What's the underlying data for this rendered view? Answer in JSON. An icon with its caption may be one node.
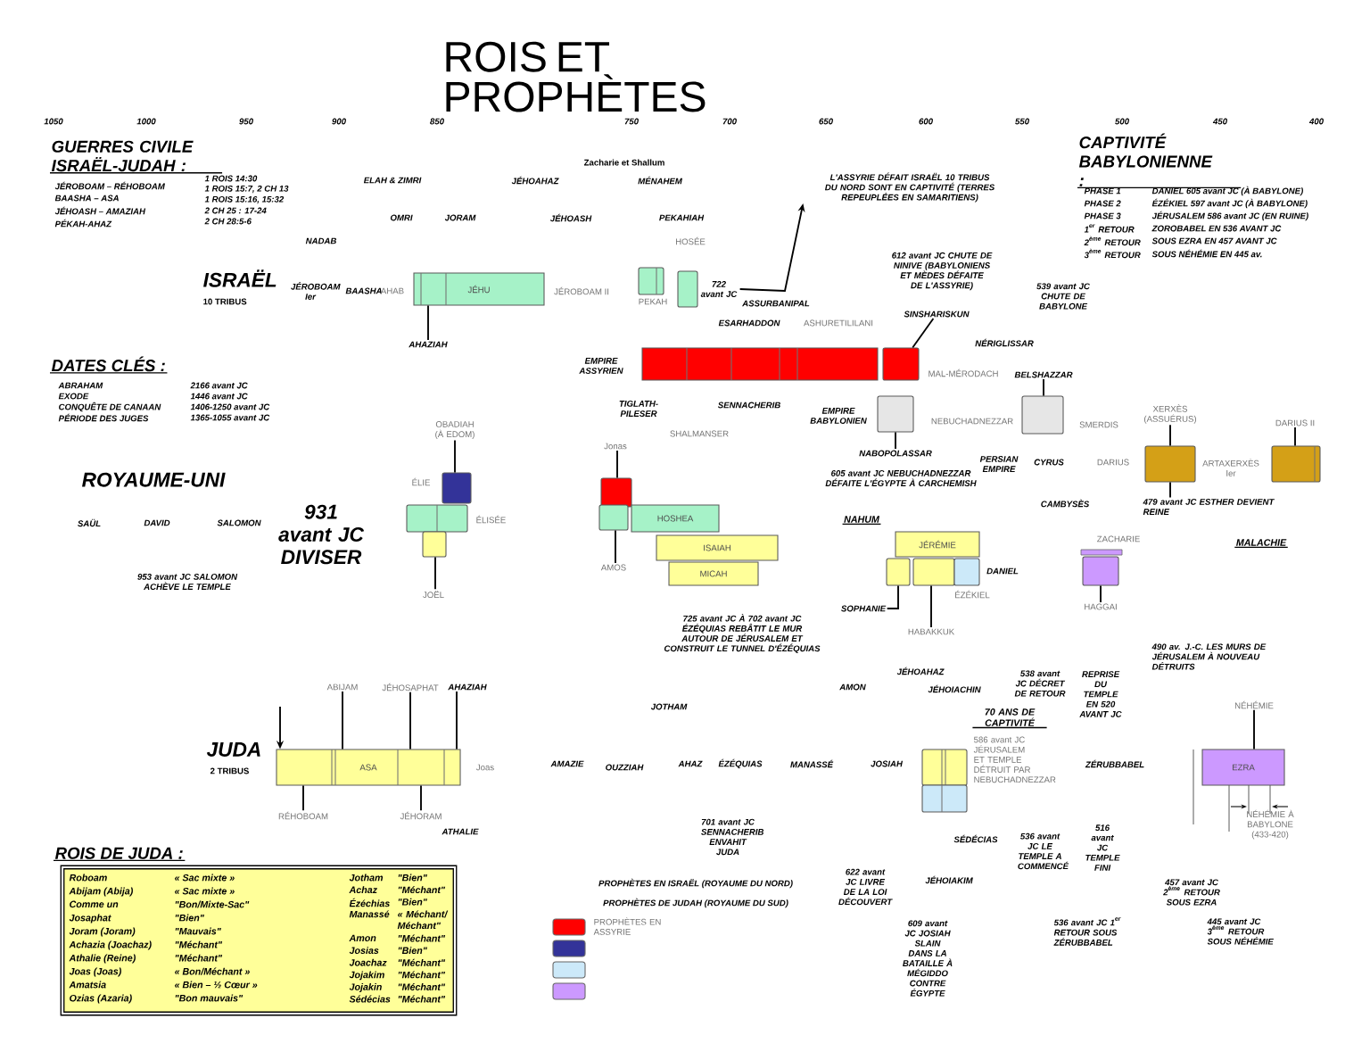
{
  "diagram": {
    "title": "ROIS ET PROPHÈTES",
    "nodes": [
      {
        "text": [
          "722 avant JC"
        ]
      },
      {
        "text": [
          "L'ASSYRIE DÉFAIT ISRAËL 10 TRIBUS DU NORD SONT EN CAPTIVITÉ (TERRES REPEUPLÉES EN SAMARITIENS)"
        ]
      },
      {
        "text": [
          "JÉHU"
        ]
      },
      {
        "text": [],
        "shape": "box"
      },
      {
        "text": [],
        "shape": "box"
      },
      {
        "text": [
          "AHAZIAH"
        ]
      },
      {
        "text": [],
        "shape": "bar"
      },
      {
        "text": [],
        "shape": "box"
      },
      {
        "text": [
          "SINSHARISKUN"
        ]
      },
      {
        "text": [],
        "shape": "box"
      },
      {
        "text": [
          "NABOPOLASSAR"
        ]
      },
      {
        "text": [],
        "shape": "box"
      },
      {
        "text": [
          "BELSHAZZAR"
        ]
      },
      {
        "text": [],
        "shape": "box"
      },
      {
        "text": [
          "XERXÈS (ASSUÉRUS)"
        ]
      },
      {
        "text": [
          "479 avant JC ESTHER DEVIENT REINE"
        ]
      },
      {
        "text": [],
        "shape": "box"
      },
      {
        "text": [
          "DARIUS II"
        ]
      },
      {
        "text": [
          "OBADIAH (À EDOM)"
        ]
      },
      {
        "text": [],
        "shape": "box"
      },
      {
        "text": [
          "Jonas"
        ]
      },
      {
        "text": [],
        "shape": "box"
      },
      {
        "text": [],
        "shape": "box"
      },
      {
        "text": [],
        "shape": "box"
      },
      {
        "text": [
          "HOSHEA"
        ]
      },
      {
        "text": [
          "ISAIAH"
        ]
      },
      {
        "text": [
          "MICAH"
        ]
      },
      {
        "text": [
          "AMOS"
        ]
      },
      {
        "text": [],
        "shape": "box"
      },
      {
        "text": [
          "JOËL"
        ]
      },
      {
        "text": [
          "JÉRÉMIE"
        ]
      },
      {
        "text": [],
        "shape": "box"
      },
      {
        "text": [],
        "shape": "box"
      },
      {
        "text": [],
        "shape": "box"
      },
      {
        "text": [
          "SOPHANIE"
        ]
      },
      {
        "text": [
          "HABAKKUK"
        ]
      },
      {
        "text": [],
        "shape": "box"
      },
      {
        "text": [
          "HAGGAI"
        ]
      },
      {
        "text": [
          "ASA"
        ]
      },
      {
        "text": [
          "ABIJAM"
        ]
      },
      {
        "text": [
          "JÉHOSAPHAT"
        ]
      },
      {
        "text": [
          "AHAZIAH"
        ]
      },
      {
        "text": [
          "RÉHOBOAM"
        ]
      },
      {
        "text": [
          "JÉHORAM"
        ]
      },
      {
        "text": [],
        "shape": "box"
      },
      {
        "text": [],
        "shape": "box"
      },
      {
        "text": [
          "EZRA"
        ]
      },
      {
        "text": [
          "NÉHÉMIE"
        ]
      }
    ],
    "edges": [
      {
        "from": 0,
        "to": 1,
        "arrow": "to"
      },
      {
        "from": null,
        "to": 38,
        "arrow": "to"
      },
      {
        "from": 5,
        "to": 2,
        "arrow": "none"
      },
      {
        "from": 8,
        "to": 7,
        "arrow": "none"
      },
      {
        "from": 10,
        "to": 9,
        "arrow": "none"
      },
      {
        "from": 12,
        "to": 11,
        "arrow": "none"
      },
      {
        "from": 14,
        "to": 13,
        "arrow": "none"
      },
      {
        "from": 15,
        "to": 13,
        "arrow": "none"
      },
      {
        "from": 17,
        "to": 16,
        "arrow": "none"
      },
      {
        "from": 18,
        "to": 19,
        "arrow": "none"
      },
      {
        "from": 20,
        "to": 21,
        "arrow": "none"
      },
      {
        "from": 27,
        "to": 23,
        "arrow": "none"
      },
      {
        "from": 29,
        "to": 28,
        "arrow": "none"
      },
      {
        "from": 34,
        "to": 31,
        "arrow": "none"
      },
      {
        "from": 35,
        "to": 32,
        "arrow": "none"
      },
      {
        "from": 37,
        "to": 36,
        "arrow": "none"
      },
      {
        "from": 39,
        "to": 38,
        "arrow": "none"
      },
      {
        "from": 40,
        "to": 38,
        "arrow": "none"
      },
      {
        "from": 41,
        "to": 38,
        "arrow": "none"
      },
      {
        "from": 42,
        "to": 38,
        "arrow": "none"
      },
      {
        "from": 43,
        "to": 38,
        "arrow": "none"
      },
      {
        "from": 47,
        "to": 46,
        "arrow": "none"
      }
    ],
    "labels": [
      "1050",
      "1000",
      "950",
      "900",
      "850",
      "750",
      "700",
      "650",
      "600",
      "550",
      "500",
      "450",
      "400",
      "GUERRES CIVILE ISRAËL-JUDAH :",
      "JÉROBOAM – RÉHOBOAM",
      "BAASHA – ASA",
      "JÉHOASH – AMAZIAH",
      "PÉKAH-AHAZ",
      "1 ROIS 14:30",
      "1 ROIS 15:7, 2 CH 13",
      "1 ROIS 15:16, 15:32",
      "2 CH 25 : 17-24",
      "2 CH 28:5-6",
      "ELAH & ZIMRI",
      "JÉHOAHAZ",
      "Zacharie et Shallum",
      "MÉNAHEM",
      "OMRI",
      "JORAM",
      "JÉHOASH",
      "PEKAHIAH",
      "NADAB",
      "HOSÉE",
      "ISRAËL",
      "10 TRIBUS",
      "JÉROBOAM Ier",
      "BAASHA",
      "AHAB",
      "JÉROBOAM II",
      "PEKAH",
      "612 avant JC CHUTE DE NINIVE (BABYLONIENS ET MÈDES DÉFAITE DE L'ASSYRIE)",
      "539 avant JC CHUTE DE BABYLONE",
      "ASSURBANIPAL",
      "ESARHADDON",
      "ASHURETILILANI",
      "NÉRIGLISSAR",
      "DATES CLÉS :",
      "ABRAHAM",
      "EXODE",
      "CONQUÊTE DE CANAAN",
      "PÉRIODE DES JUGES",
      "2166 avant JC",
      "1446 avant JC",
      "1406-1250 avant JC",
      "1365-1055 avant JC",
      "EMPIRE ASSYRIEN",
      "MAL-MÉRODACH",
      "TIGLATH-PILESER",
      "SENNACHERIB",
      "EMPIRE BABYLONIEN",
      "NEBUCHADNEZZAR",
      "SHALMANSER",
      "605 avant JC NEBUCHADNEZZAR DÉFAITE L'ÉGYPTE À CARCHEMISH",
      "SMERDIS",
      "PERSIAN EMPIRE",
      "CYRUS",
      "DARIUS",
      "ARTAXERXÈS Ier",
      "CAMBYSÈS",
      "ROYAUME-UNI",
      "ÉLIE",
      "ÉLISÉE",
      "SAÜL",
      "DAVID",
      "SALOMON",
      "931 avant JC DIVISER",
      "953 avant JC SALOMON ACHÈVE LE TEMPLE",
      "NAHUM",
      "ZACHARIE",
      "MALACHIE",
      "DANIEL",
      "ÉZÉKIEL",
      "725 avant JC À 702 avant JC ÉZÉQUIAS REBÂTIT LE MUR AUTOUR DE JÉRUSALEM ET CONSTRUIT LE TUNNEL D'ÉZÉQUIAS",
      "490 av. J.-C. LES MURS DE JÉRUSALEM À NOUVEAU DÉTRUITS",
      "JOTHAM",
      "AMON",
      "JÉHOAHAZ",
      "JÉHOIACHIN",
      "538 avant JC DÉCRET DE RETOUR",
      "REPRISE DU TEMPLE EN 520 AVANT JC",
      "70 ANS DE CAPTIVITÉ",
      "586 avant JC JÉRUSALEM ET TEMPLE DÉTRUIT PAR NEBUCHADNEZZAR",
      "JUDA",
      "2 TRIBUS",
      "Joas",
      "AMAZIE",
      "OUZZIAH",
      "AHAZ",
      "ÉZÉQUIAS",
      "MANASSÉ",
      "JOSIAH",
      "ZÉRUBBABEL",
      "NÉHÉMIE À BABYLONE (433-420)",
      "ATHALIE",
      "701 avant JC SENNACHERIB ENVAHIT JUDA",
      "SÉDÉCIAS",
      "536 avant JC LE TEMPLE A COMMENCÉ",
      "516 avant JC TEMPLE FINI",
      "ROIS DE JUDA :",
      "PROPHÈTES EN ISRAËL (ROYAUME DU NORD)",
      "622 avant JC LIVRE DE LA LOI DÉCOUVERT",
      "JÉHOIAKIM",
      "457 avant JC 2$^{ème}$ RETOUR SOUS EZRA",
      "PROPHÈTES DE JUDAH (ROYAUME DU SUD)",
      "609 avant JC JOSIAH SLAIN DANS LA BATAILLE À MÉGIDDO CONTRE ÉGYPTE",
      "536 avant JC 1$^{er}$ RETOUR SOUS ZÉRUBBABEL",
      "445 avant JC 3$^{ème}$ RETOUR SOUS NÉHÉMIE",
      "CAPTIVITÉ BABYLONIENNE :",
      "PHASE 1",
      "PHASE 2",
      "PHASE 3",
      "1$^{er}$ RETOUR",
      "2$^{ème}$ RETOUR",
      "3$^{ème}$ RETOUR",
      "DANIEL 605 avant JC (À BABYLONE)",
      "ÉZÉKIEL 597 avant JC (À BABYLONE)",
      "JÉRUSALEM 586 avant JC (EN RUINE)",
      "ZOROBABEL EN 536 AVANT JC",
      "SOUS EZRA EN 457 AVANT JC",
      "SOUS NÉHÉMIE EN 445 av.",
      "Roboam",
      "« Sac mixte »",
      "Jotham",
      "\"Bien\"",
      "Abijam (Abija)",
      "« Sac mixte »",
      "Achaz",
      "\"Méchant\"",
      "Comme un",
      "\"Bon/Mixte-Sac\"",
      "Ézéchias",
      "\"Bien\"",
      "Josaphat",
      "\"Bien\"",
      "Manassé",
      "« Méchant/ Méchant\"",
      "Joram (Joram)",
      "\"Mauvais\"",
      "Amon",
      "\"Méchant\"",
      "Achazia (Joachaz)",
      "\"Méchant\"",
      "Josias",
      "\"Bien\"",
      "Athalie (Reine)",
      "\"Méchant\"",
      "Joachaz",
      "\"Méchant\"",
      "Joas (Joas)",
      "« Bon/Méchant »",
      "Jojakim",
      "\"Méchant\"",
      "Amatsia",
      "« Bien – ½ Cœur »",
      "Jojakin",
      "\"Méchant\"",
      "Ozias (Azaria)",
      "\"Bon mauvais\"",
      "Sédécias",
      "\"Méchant\""
    ],
    "legend": [
      {
        "text": "PROPHÈTES EN ASSYRIE",
        "color": "#ff0000"
      }
    ]
  }
}
